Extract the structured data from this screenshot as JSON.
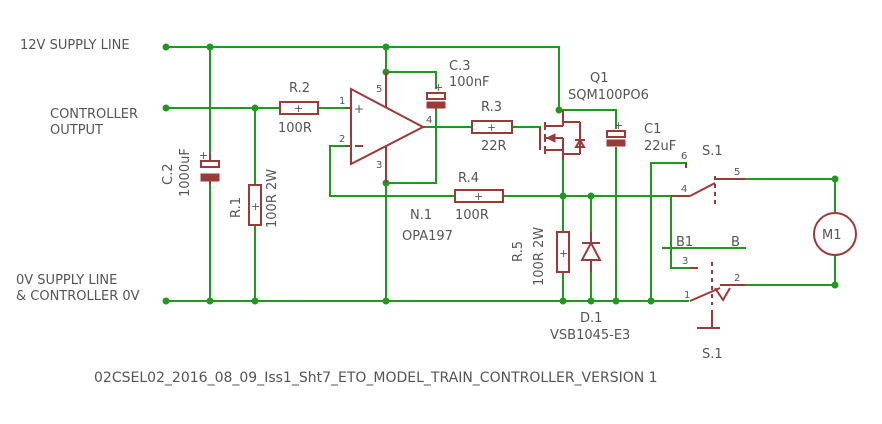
{
  "nets": {
    "supply_12v": "12V SUPPLY LINE",
    "ctrl_out_1": "CONTROLLER",
    "ctrl_out_2": "OUTPUT",
    "gnd_1": "0V SUPPLY LINE",
    "gnd_2": "& CONTROLLER 0V"
  },
  "components": {
    "r1_name": "R.1",
    "r1_value": "100R 2W",
    "r2_name": "R.2",
    "r2_value": "100R",
    "r3_name": "R.3",
    "r3_value": "22R",
    "r4_name": "R.4",
    "r4_value": "100R",
    "r5_name": "R.5",
    "r5_value": "100R 2W",
    "c1_name": "C1",
    "c1_value": "22uF",
    "c2_name": "C.2",
    "c2_value": "1000uF",
    "c3_name": "C.3",
    "c3_value": "100nF",
    "q1_name": "Q1",
    "q1_value": "SQM100PO6",
    "n1_name": "N.1",
    "n1_value": "OPA197",
    "d1_name": "D.1",
    "d1_value": "VSB1045-E3",
    "s1_name_top": "S.1",
    "s1_name_bottom": "S.1",
    "m1_name": "M1",
    "b1_label": "B1",
    "b_label": "B"
  },
  "pins": {
    "op_1": "1",
    "op_2": "2",
    "op_3": "3",
    "op_4": "4",
    "op_5": "5",
    "sw_6": "6",
    "sw_4": "4",
    "sw_5": "5",
    "sw_3": "3",
    "sw_1": "1",
    "sw_2": "2"
  },
  "plus_sign": "+",
  "title": "02CSEL02_2016_08_09_Iss1_Sht7_ETO_MODEL_TRAIN_CONTROLLER_VERSION 1",
  "colors": {
    "wire": "#1f9a1f",
    "component": "#9c3a3a",
    "text": "#555555",
    "background": "#ffffff"
  }
}
